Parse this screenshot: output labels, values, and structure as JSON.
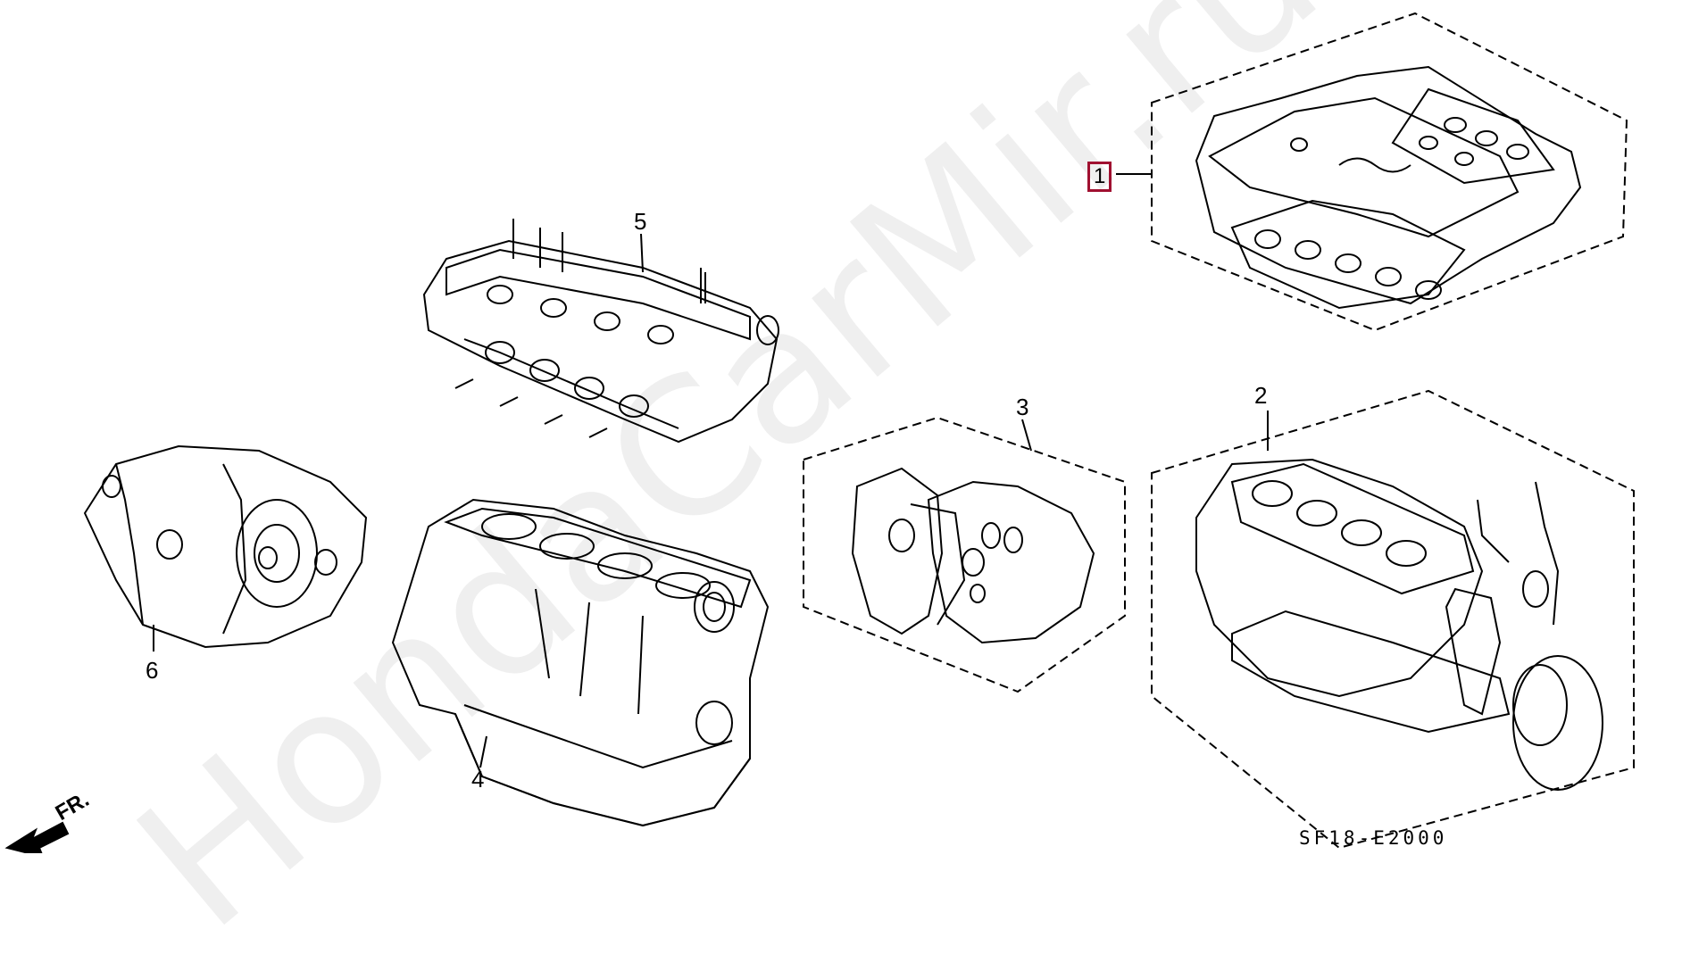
{
  "diagram": {
    "parts": [
      {
        "number": "1",
        "highlighted": true
      },
      {
        "number": "2",
        "highlighted": false
      },
      {
        "number": "3",
        "highlighted": false
      },
      {
        "number": "4",
        "highlighted": false
      },
      {
        "number": "5",
        "highlighted": false
      },
      {
        "number": "6",
        "highlighted": false
      }
    ],
    "front_indicator": "FR.",
    "diagram_code": "SF18-E2000",
    "watermark": "HondaCarMir.ru",
    "colors": {
      "highlight_box": "#a01030",
      "line": "#000000",
      "fill": "#ffffff"
    }
  }
}
